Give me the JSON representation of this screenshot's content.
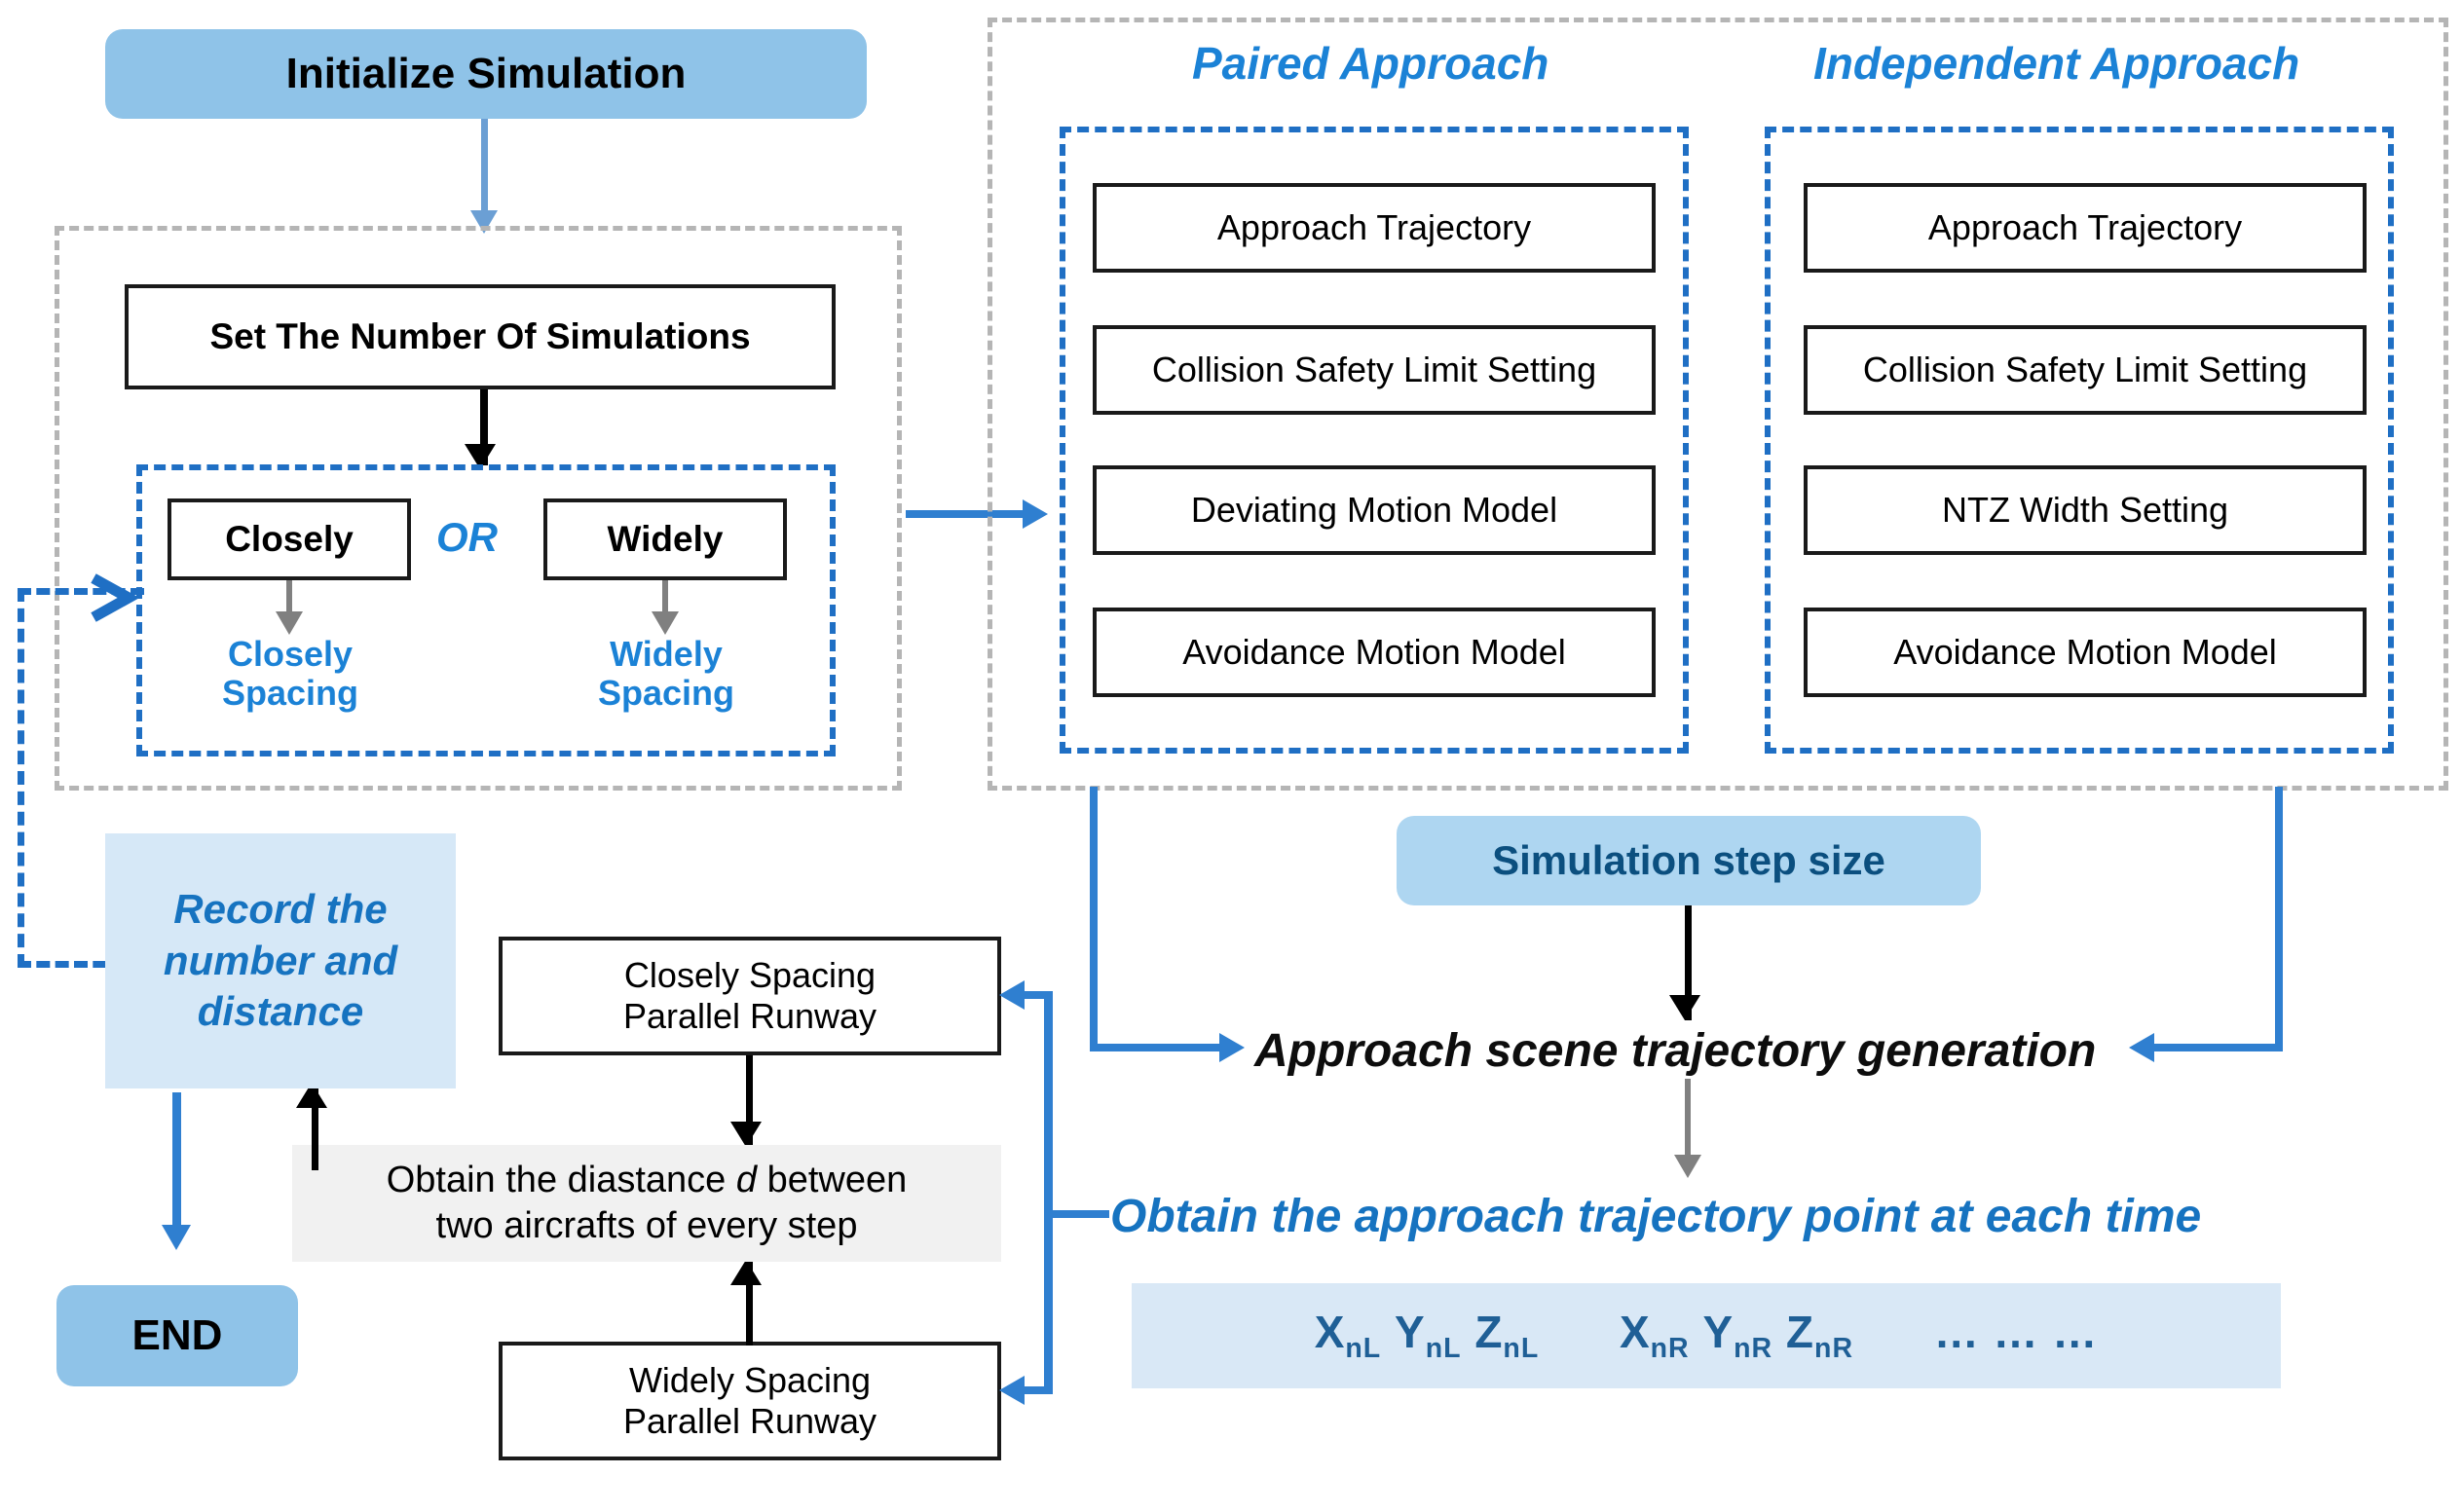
{
  "diagram": {
    "title_node": "Initialize Simulation",
    "end_node": "END",
    "left_group": {
      "set_simulations": "Set The Number Of Simulations",
      "option_closely": "Closely",
      "option_or": "OR",
      "option_widely": "Widely",
      "label_closely_spacing": "Closely\nSpacing",
      "label_closely_spacing_l1": "Closely",
      "label_closely_spacing_l2": "Spacing",
      "label_widely_spacing_l1": "Widely",
      "label_widely_spacing_l2": "Spacing"
    },
    "approach_panel": {
      "paired": {
        "heading": "Paired Approach",
        "items": [
          "Approach Trajectory",
          "Collision Safety Limit Setting",
          "Deviating Motion Model",
          "Avoidance Motion Model"
        ]
      },
      "independent": {
        "heading": "Independent Approach",
        "items": [
          "Approach Trajectory",
          "Collision Safety Limit Setting",
          "NTZ Width Setting",
          "Avoidance Motion Model"
        ]
      }
    },
    "simulation_step_size": "Simulation step size",
    "approach_scene_generation": "Approach scene trajectory generation",
    "obtain_trajectory_point": "Obtain the approach trajectory point at each time",
    "trajectory_formula": {
      "left_x": "X",
      "left_x_sub": "nL",
      "left_y": "Y",
      "left_y_sub": "nL",
      "left_z": "Z",
      "left_z_sub": "nL",
      "right_x": "X",
      "right_x_sub": "nR",
      "right_y": "Y",
      "right_y_sub": "nR",
      "right_z": "Z",
      "right_z_sub": "nR",
      "ellipsis": "… … …"
    },
    "runways": {
      "closely_l1": "Closely Spacing",
      "closely_l2": "Parallel Runway",
      "widely_l1": "Widely Spacing",
      "widely_l2": "Parallel Runway"
    },
    "obtain_distance_l1": "Obtain the diastance d between",
    "obtain_distance_l2": "two aircrafts of every step",
    "record_l1": "Record the",
    "record_l2": "number and",
    "record_l3": "distance",
    "colors": {
      "accent_blue": "#1b82d6",
      "pill_blue": "#8fc3e8",
      "light_blue": "#d6e8f7",
      "dash_blue": "#1f6fc4",
      "dash_grey": "#b5b5b5",
      "connector_blue": "#2f7fd0",
      "box_border": "#1a1a1a"
    }
  }
}
